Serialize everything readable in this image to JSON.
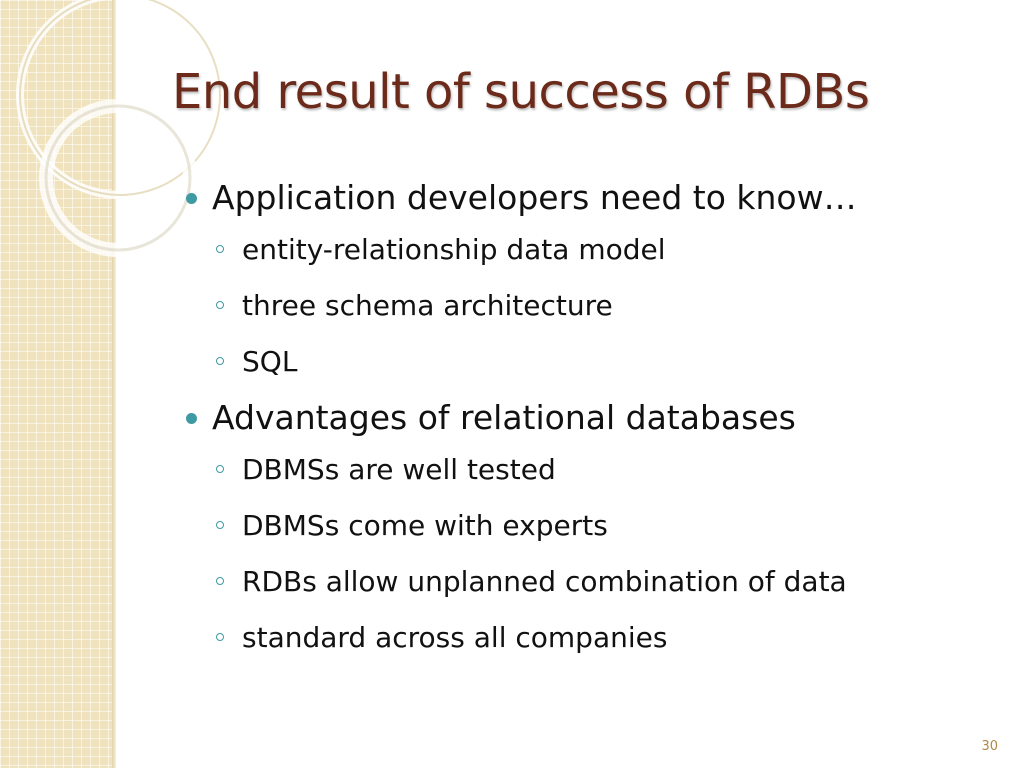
{
  "slide": {
    "title": "End result of success of RDBs",
    "page_number": "30",
    "accent_color": "#3f9aa3",
    "title_color": "#6b2a1a",
    "bullets": [
      {
        "text": "Application developers need to know…",
        "sub": [
          "entity-relationship data model",
          "three schema architecture",
          "SQL"
        ]
      },
      {
        "text": "Advantages of relational databases",
        "sub": [
          "DBMSs are well tested",
          "DBMSs come with experts",
          "RDBs allow unplanned combination of data",
          "standard across all companies"
        ]
      }
    ]
  }
}
